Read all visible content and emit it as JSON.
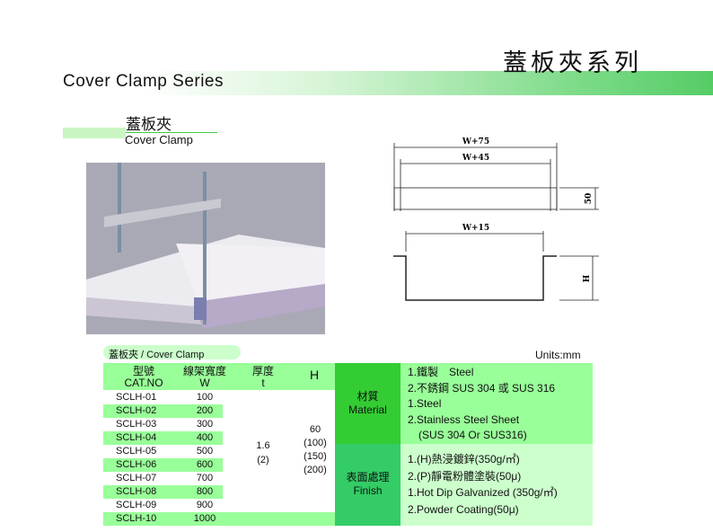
{
  "header": {
    "title_cn": "蓋板夾系列",
    "title_en": "Cover Clamp Series"
  },
  "product": {
    "name_cn": "蓋板夾",
    "name_en": "Cover Clamp"
  },
  "drawing": {
    "dim_w75": "W+75",
    "dim_w45": "W+45",
    "dim_50": "50",
    "dim_w15": "W+15",
    "dim_h": "H"
  },
  "table": {
    "caption": "蓋板夾 / Cover Clamp",
    "units": "Units:mm",
    "headers": {
      "cat_cn": "型號",
      "cat_en": "CAT.NO",
      "w_cn": "線架寬度",
      "w_en": "W",
      "t_cn": "厚度",
      "t_en": "t",
      "h": "H"
    },
    "rows": [
      {
        "cat": "SCLH-01",
        "w": "100"
      },
      {
        "cat": "SCLH-02",
        "w": "200"
      },
      {
        "cat": "SCLH-03",
        "w": "300"
      },
      {
        "cat": "SCLH-04",
        "w": "400"
      },
      {
        "cat": "SCLH-05",
        "w": "500"
      },
      {
        "cat": "SCLH-06",
        "w": "600"
      },
      {
        "cat": "SCLH-07",
        "w": "700"
      },
      {
        "cat": "SCLH-08",
        "w": "800"
      },
      {
        "cat": "SCLH-09",
        "w": "900"
      },
      {
        "cat": "SCLH-10",
        "w": "1000"
      }
    ],
    "t_values": [
      "1.6",
      "(2)"
    ],
    "h_values": [
      "60",
      "(100)",
      "(150)",
      "(200)"
    ]
  },
  "material": {
    "label_cn": "材質",
    "label_en": "Material",
    "lines": [
      "1.鐵製　Steel",
      "2.不銹鋼 SUS 304 或 SUS 316",
      "1.Steel",
      "2.Stainless Steel Sheet",
      "　(SUS 304 Or SUS316)"
    ]
  },
  "finish": {
    "label_cn": "表面處理",
    "label_en": "Finish",
    "lines": [
      "1.(H)熱浸鍍鋅(350g/㎡)",
      "2.(P)靜電粉體塗裝(50μ)",
      "1.Hot Dip Galvanized (350g/㎡)",
      "2.Powder Coating(50μ)"
    ]
  }
}
